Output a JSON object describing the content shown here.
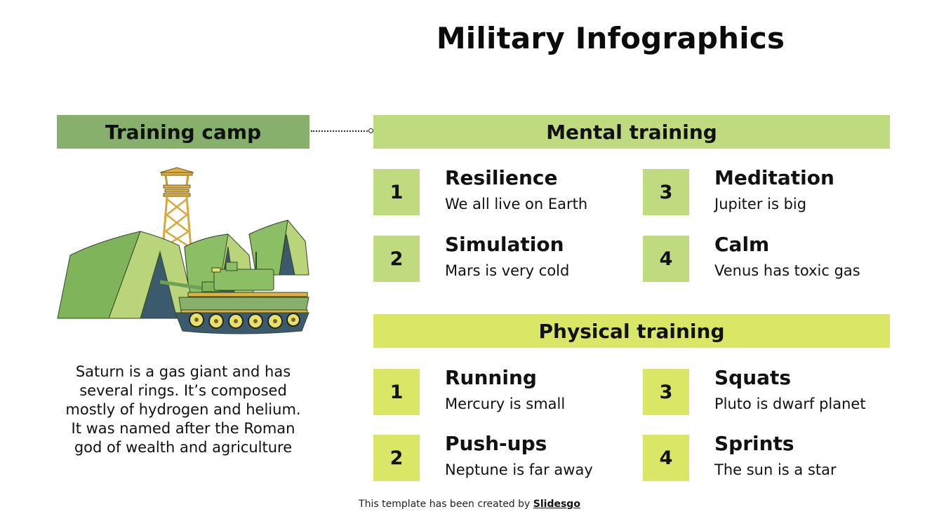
{
  "title": "Military Infographics",
  "camp": {
    "header": "Training camp",
    "description": "Saturn is a gas giant and has several rings. It’s composed mostly of hydrogen and helium. It was named after the Roman god of wealth and agriculture",
    "illustration": "training-camp-illustration (tents, watchtower, tank)"
  },
  "mental": {
    "header": "Mental training",
    "color": "#c0da7f",
    "items": [
      {
        "num": "1",
        "title": "Resilience",
        "desc": "We all live on Earth"
      },
      {
        "num": "2",
        "title": "Simulation",
        "desc": "Mars is very cold"
      },
      {
        "num": "3",
        "title": "Meditation",
        "desc": "Jupiter is big"
      },
      {
        "num": "4",
        "title": "Calm",
        "desc": "Venus has toxic gas"
      }
    ]
  },
  "physical": {
    "header": "Physical training",
    "color": "#dae665",
    "items": [
      {
        "num": "1",
        "title": "Running",
        "desc": "Mercury is small"
      },
      {
        "num": "2",
        "title": "Push-ups",
        "desc": "Neptune is far away"
      },
      {
        "num": "3",
        "title": "Squats",
        "desc": "Pluto is dwarf planet"
      },
      {
        "num": "4",
        "title": "Sprints",
        "desc": "The sun is a star"
      }
    ]
  },
  "footer": {
    "text": "This template has been created by ",
    "link": "Slidesgo"
  },
  "colors": {
    "camp_header": "#86b06b",
    "mental": "#c0da7f",
    "physical": "#dae665"
  }
}
